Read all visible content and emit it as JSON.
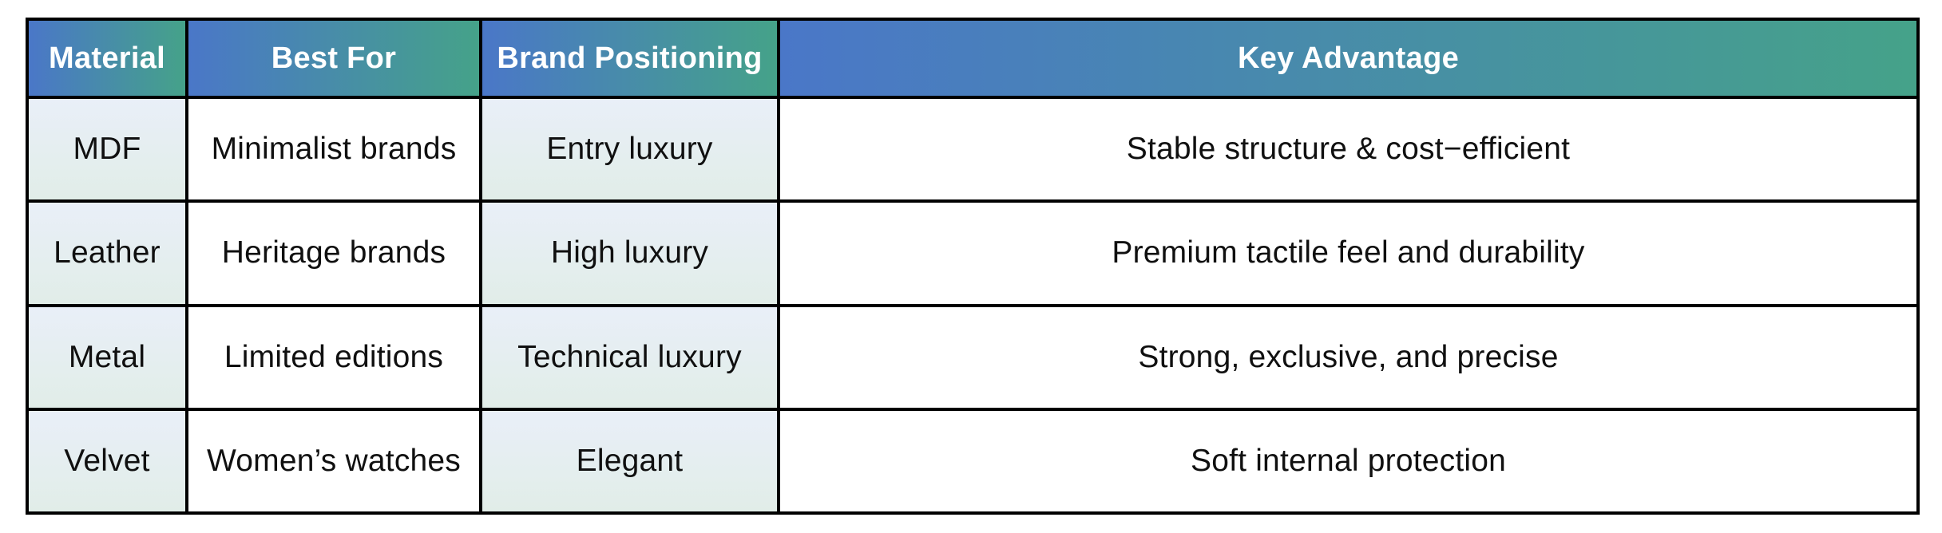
{
  "table": {
    "columns": [
      {
        "key": "material",
        "label": "Material",
        "tinted": true
      },
      {
        "key": "best_for",
        "label": "Best For",
        "tinted": false
      },
      {
        "key": "brand_positioning",
        "label": "Brand Positioning",
        "tinted": true
      },
      {
        "key": "key_advantage",
        "label": "Key Advantage",
        "tinted": false
      }
    ],
    "headers": {
      "col1": "Material",
      "col2": "Best For",
      "col3": "Brand Positioning",
      "col4": "Key Advantage"
    },
    "rows": [
      {
        "material": "MDF",
        "best_for": "Minimalist brands",
        "brand_positioning": "Entry luxury",
        "key_advantage": "Stable structure & cost−efficient"
      },
      {
        "material": "Leather",
        "best_for": "Heritage brands",
        "brand_positioning": "High luxury",
        "key_advantage": "Premium tactile feel and durability"
      },
      {
        "material": "Metal",
        "best_for": "Limited editions",
        "brand_positioning": "Technical luxury",
        "key_advantage": "Strong, exclusive, and precise"
      },
      {
        "material": "Velvet",
        "best_for": "Women’s watches",
        "brand_positioning": "Elegant",
        "key_advantage": "Soft internal protection"
      }
    ]
  },
  "colors": {
    "header_gradient_start": "#4A77C8",
    "header_gradient_end": "#45A289",
    "tint_gradient_start": "#E9EFF8",
    "tint_gradient_end": "#E1EDE8",
    "border": "#000000",
    "header_text": "#FFFFFF",
    "body_text": "#101010",
    "page_background": "#FFFFFF"
  }
}
